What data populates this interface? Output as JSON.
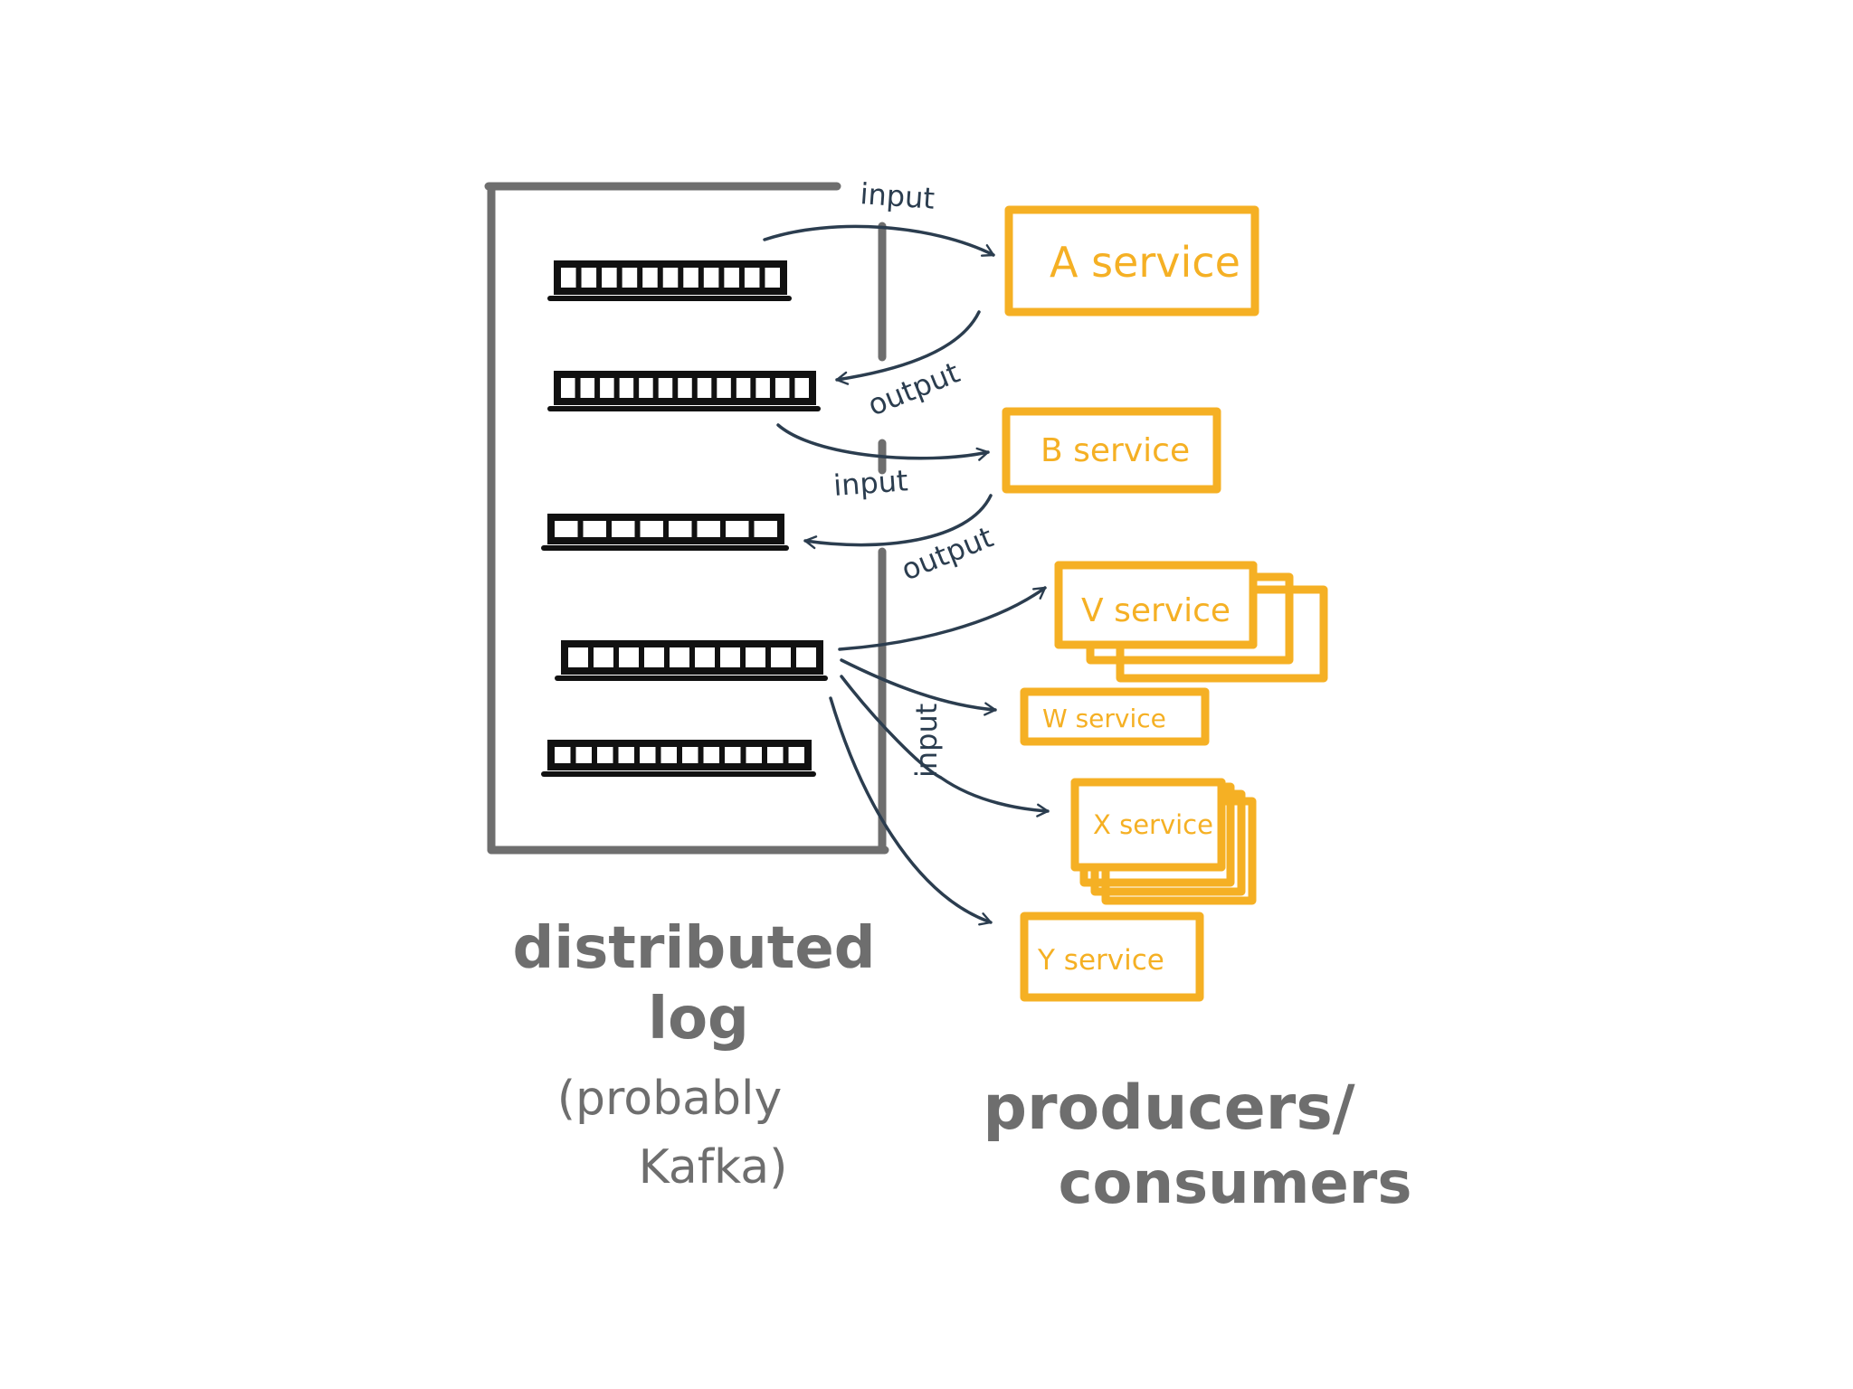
{
  "colors": {
    "log_border": "#6e6e6e",
    "topic_bar": "#111111",
    "arrow": "#2b3d4f",
    "service": "#f5b024",
    "caption": "#6e6e6e"
  },
  "arrow_labels": {
    "a_input": "input",
    "a_output": "output",
    "b_input": "input",
    "b_output": "output",
    "fanout_input": "input"
  },
  "services": {
    "a": "A service",
    "b": "B service",
    "v": "V service",
    "w": "W service",
    "x": "X service",
    "y": "Y service"
  },
  "captions": {
    "log_line1": "distributed",
    "log_line2": "log",
    "log_paren1": "(probably",
    "log_paren2": "Kafka)",
    "right_line1": "producers/",
    "right_line2": "consumers"
  }
}
